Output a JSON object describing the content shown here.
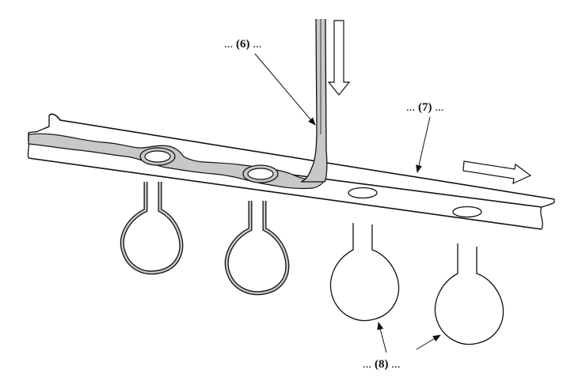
{
  "diagram": {
    "callouts": [
      {
        "id": "6",
        "prefix": "...",
        "number": "(6)",
        "suffix": "..."
      },
      {
        "id": "7",
        "prefix": "...",
        "number": "(7)",
        "suffix": "..."
      },
      {
        "id": "8",
        "prefix": "...",
        "number": "(8)",
        "suffix": "..."
      }
    ]
  },
  "colors": {
    "stroke": "#111111",
    "coating": "#c8c8c8",
    "background": "#ffffff"
  }
}
